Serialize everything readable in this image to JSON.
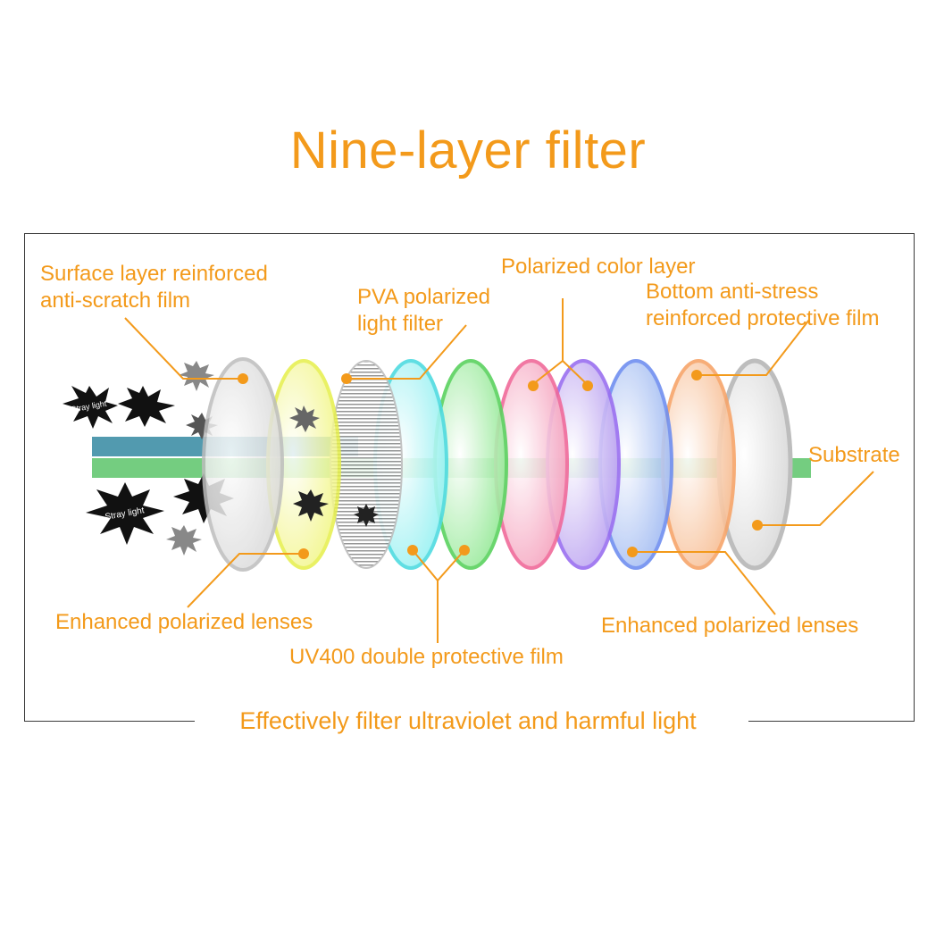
{
  "title": "Nine-layer filter",
  "footer": "Effectively filter ultraviolet and harmful light",
  "labels": {
    "surface_line1": "Surface layer reinforced",
    "surface_line2": "anti-scratch film",
    "pva_line1": "PVA polarized",
    "pva_line2": "light filter",
    "polarized_color": "Polarized color layer",
    "bottom_line1": "Bottom anti-stress",
    "bottom_line2": "reinforced protective film",
    "substrate": "Substrate",
    "enhanced_left": "Enhanced polarized lenses",
    "uv400": "UV400 double protective film",
    "enhanced_right": "Enhanced polarized lenses"
  },
  "stray_light_labels": [
    "Stray light",
    "Stray light"
  ],
  "colors": {
    "accent": "#f39a1b",
    "frame": "#3a3a3a",
    "beam_blue": "#3f8fa6",
    "beam_green": "#5cc46a"
  }
}
